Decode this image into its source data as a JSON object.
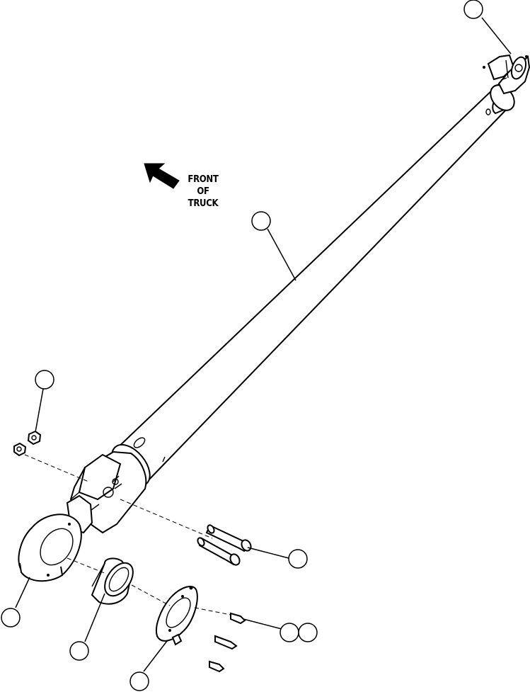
{
  "direction_label": {
    "line1": "FRONT",
    "line2": "OF",
    "line3": "TRUCK"
  },
  "callouts": [
    {
      "id": "callout-top-yoke",
      "label": ""
    },
    {
      "id": "callout-shaft-tube",
      "label": ""
    },
    {
      "id": "callout-grease-fitting",
      "label": ""
    },
    {
      "id": "callout-bolts",
      "label": ""
    },
    {
      "id": "callout-slip-yoke",
      "label": ""
    },
    {
      "id": "callout-bearing",
      "label": ""
    },
    {
      "id": "callout-flange-plate",
      "label": ""
    },
    {
      "id": "callout-screws-a",
      "label": ""
    },
    {
      "id": "callout-screws-b",
      "label": ""
    }
  ],
  "icons": {
    "direction_arrow": "arrow-up-left-icon"
  }
}
